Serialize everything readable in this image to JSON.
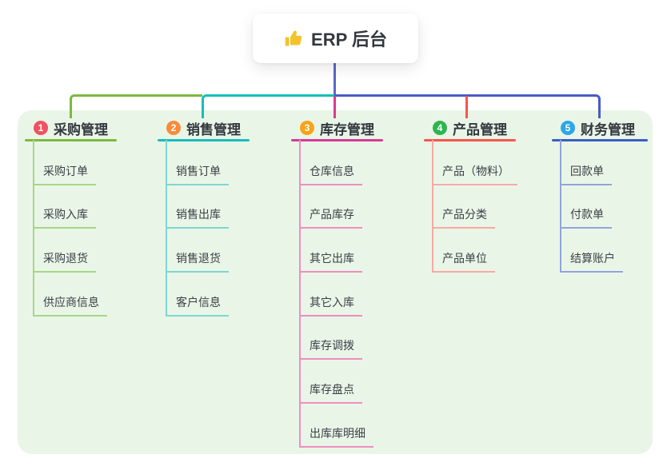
{
  "root": {
    "icon": "thumbs-up-icon",
    "title": "ERP 后台"
  },
  "colors": {
    "canvas_bg": "#FFFFFF",
    "panel_bg": "#E9F6E7",
    "root_stem": "#5B68C7",
    "bus_blue": "#4A5AC8",
    "title_text": "#33383F",
    "child_text": "#3A4047",
    "badge_text": "#FFFFFF",
    "thumb_icon": "#F4C22B"
  },
  "branches": [
    {
      "number": "1",
      "title": "采购管理",
      "badge_color": "#F25260",
      "line_color": "#7CB93F",
      "child_line_color": "#A6D786",
      "children": [
        "采购订单",
        "采购入库",
        "采购退货",
        "供应商信息"
      ]
    },
    {
      "number": "2",
      "title": "销售管理",
      "badge_color": "#FA8B3D",
      "line_color": "#16BEBA",
      "child_line_color": "#7ED6D2",
      "children": [
        "销售订单",
        "销售出库",
        "销售退货",
        "客户信息"
      ]
    },
    {
      "number": "3",
      "title": "库存管理",
      "badge_color": "#FAA318",
      "line_color": "#D93A94",
      "child_line_color": "#EF8DC1",
      "children": [
        "仓库信息",
        "产品库存",
        "其它出库",
        "其它入库",
        "库存调拨",
        "库存盘点",
        "出库库明细"
      ]
    },
    {
      "number": "4",
      "title": "产品管理",
      "badge_color": "#2EB550",
      "line_color": "#F7554C",
      "child_line_color": "#FBA9A2",
      "children": [
        "产品（物料）",
        "产品分类",
        "产品单位"
      ]
    },
    {
      "number": "5",
      "title": "财务管理",
      "badge_color": "#2BA7E8",
      "line_color": "#3B5DC8",
      "child_line_color": "#93A3DC",
      "children": [
        "回款单",
        "付款单",
        "结算账户"
      ]
    }
  ]
}
